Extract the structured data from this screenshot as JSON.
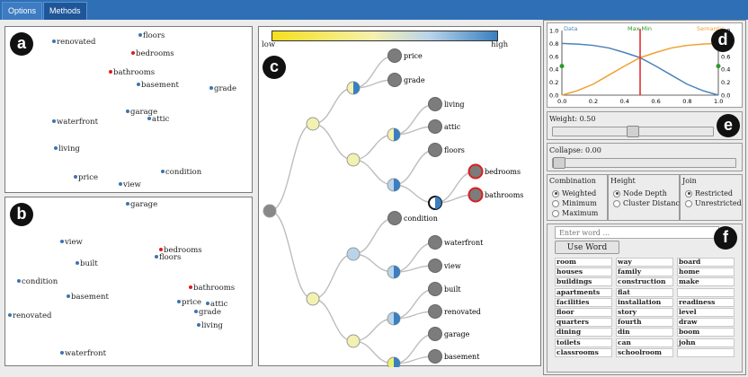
{
  "menu": {
    "tabs": [
      "Options",
      "Methods"
    ],
    "active": "Methods"
  },
  "badges": {
    "a": "a",
    "b": "b",
    "c": "c",
    "d": "d",
    "e": "e",
    "f": "f"
  },
  "panel_a_points": [
    {
      "label": "renovated",
      "color": "blue"
    },
    {
      "label": "floors",
      "color": "blue"
    },
    {
      "label": "bedrooms",
      "color": "red"
    },
    {
      "label": "bathrooms",
      "color": "red"
    },
    {
      "label": "basement",
      "color": "blue"
    },
    {
      "label": "grade",
      "color": "blue"
    },
    {
      "label": "garage",
      "color": "blue"
    },
    {
      "label": "attic",
      "color": "blue"
    },
    {
      "label": "waterfront",
      "color": "blue"
    },
    {
      "label": "living",
      "color": "blue"
    },
    {
      "label": "price",
      "color": "blue"
    },
    {
      "label": "view",
      "color": "blue"
    },
    {
      "label": "condition",
      "color": "blue"
    }
  ],
  "panel_b_points": [
    {
      "label": "garage",
      "color": "blue"
    },
    {
      "label": "view",
      "color": "blue"
    },
    {
      "label": "bedrooms",
      "color": "red"
    },
    {
      "label": "floors",
      "color": "blue"
    },
    {
      "label": "built",
      "color": "blue"
    },
    {
      "label": "condition",
      "color": "blue"
    },
    {
      "label": "bathrooms",
      "color": "red"
    },
    {
      "label": "basement",
      "color": "blue"
    },
    {
      "label": "price",
      "color": "blue"
    },
    {
      "label": "attic",
      "color": "blue"
    },
    {
      "label": "grade",
      "color": "blue"
    },
    {
      "label": "renovated",
      "color": "blue"
    },
    {
      "label": "living",
      "color": "blue"
    },
    {
      "label": "waterfront",
      "color": "blue"
    }
  ],
  "colorbar": {
    "low": "low",
    "high": "high",
    "low_color": "#f5e01c",
    "high_color": "#3a7fc0"
  },
  "tree_leaves": [
    "price",
    "grade",
    "living",
    "attic",
    "floors",
    "bedrooms",
    "bathrooms",
    "condition",
    "waterfront",
    "view",
    "built",
    "renovated",
    "garage",
    "basement"
  ],
  "line_chart": {
    "labels": {
      "data": "Data",
      "maxmin": "Max Min",
      "semantic": "Semantic"
    },
    "yticks": [
      "1.0",
      "0.8",
      "0.6",
      "0.4",
      "0.2",
      "0.0"
    ],
    "yticks_right": [
      "1.0",
      "0.8",
      "0.6",
      "0.4",
      "0.2",
      "0.0"
    ],
    "xticks": [
      "0.0",
      "0.2",
      "0.4",
      "0.6",
      "0.8",
      "1.0"
    ],
    "series": [
      {
        "name": "Data",
        "color": "#4a82b8",
        "x": [
          0.0,
          0.1,
          0.2,
          0.3,
          0.4,
          0.5,
          0.6,
          0.7,
          0.8,
          0.9,
          1.0
        ],
        "y": [
          0.8,
          0.79,
          0.77,
          0.73,
          0.66,
          0.58,
          0.45,
          0.31,
          0.17,
          0.07,
          0.0
        ]
      },
      {
        "name": "Semantic",
        "color": "#f0a030",
        "x": [
          0.0,
          0.1,
          0.2,
          0.3,
          0.4,
          0.5,
          0.6,
          0.7,
          0.8,
          0.9,
          1.0
        ],
        "y": [
          0.0,
          0.07,
          0.17,
          0.31,
          0.45,
          0.58,
          0.66,
          0.73,
          0.77,
          0.79,
          0.8
        ]
      }
    ],
    "maxmin_x": 0.5,
    "maxmin_color": "#e02020"
  },
  "weight": {
    "label": "Weight: 0.50",
    "value": 0.5
  },
  "collapse": {
    "label": "Collapse: 0.00",
    "value": 0.0
  },
  "combination": {
    "title": "Combination",
    "options": [
      "Weighted",
      "Minimum",
      "Maximum"
    ],
    "selected": "Weighted"
  },
  "height": {
    "title": "Height",
    "options": [
      "Node Depth",
      "Cluster Distance"
    ],
    "selected": "Node Depth"
  },
  "join": {
    "title": "Join",
    "options": [
      "Restricted",
      "Unrestricted"
    ],
    "selected": "Restricted"
  },
  "word_search": {
    "placeholder": "Enter word ...",
    "button": "Use Word"
  },
  "word_table": [
    [
      "room",
      "way",
      "board"
    ],
    [
      "houses",
      "family",
      "home"
    ],
    [
      "buildings",
      "construction",
      "make"
    ],
    [
      "apartments",
      "flat",
      ""
    ],
    [
      "facilities",
      "installation",
      "readiness"
    ],
    [
      "floor",
      "story",
      "level"
    ],
    [
      "quarters",
      "fourth",
      "draw"
    ],
    [
      "dining",
      "din",
      "boom"
    ],
    [
      "toilets",
      "can",
      "john"
    ],
    [
      "classrooms",
      "schoolroom",
      ""
    ]
  ]
}
